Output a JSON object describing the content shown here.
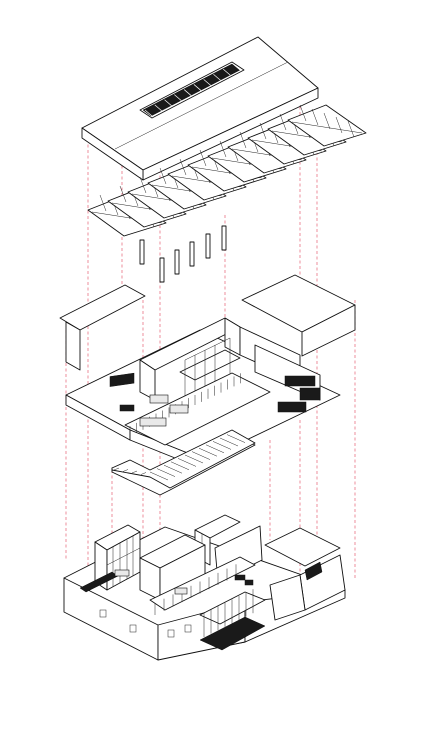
{
  "diagram": {
    "type": "exploded-axonometric",
    "colors": {
      "linework": "#111111",
      "alignment_lines": "#e0455a",
      "background": "#ffffff"
    },
    "layers": [
      {
        "id": "roof",
        "icon": "pitched-roof-with-skylight"
      },
      {
        "id": "trusses",
        "icon": "timber-roof-trusses"
      },
      {
        "id": "columns",
        "icon": "timber-posts"
      },
      {
        "id": "upper-floor",
        "icon": "upper-floor-plan"
      },
      {
        "id": "slab",
        "icon": "l-shaped-gallery-slab"
      },
      {
        "id": "ground-floor",
        "icon": "ground-floor-plan"
      }
    ]
  }
}
